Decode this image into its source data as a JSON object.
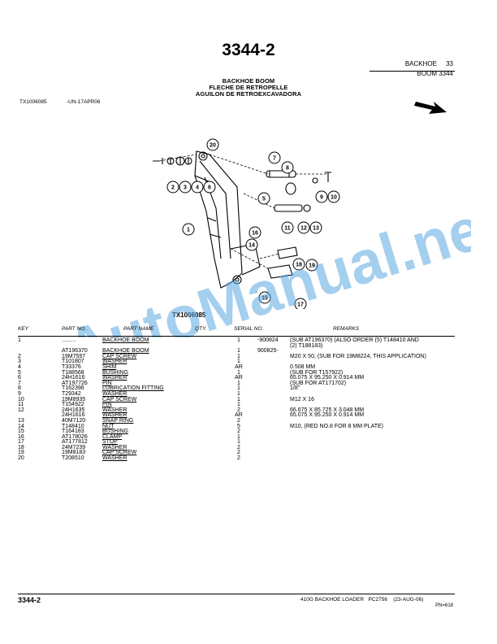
{
  "header": {
    "page_number": "3344-2",
    "section": "BACKHOE",
    "section_page": "33",
    "group": "BOOM 3344"
  },
  "title": {
    "line1": "BACKHOE BOOM",
    "line2": "FLECHE DE RETROPELLE",
    "line3": "AGUILON DE RETROEXCAVADORA"
  },
  "figure": {
    "ref": "TX1006085",
    "date_code": "-UN-17APR06",
    "caption": "TX1006085",
    "callouts": [
      "1",
      "2",
      "3",
      "4",
      "5",
      "6",
      "7",
      "8",
      "9",
      "10",
      "11",
      "12",
      "13",
      "14",
      "15",
      "16",
      "17",
      "18",
      "19",
      "20"
    ]
  },
  "table": {
    "headers": {
      "key": "KEY",
      "part_no": "PART NO.",
      "part_name": "PART NAME",
      "qty": "QTY.",
      "serial_no": "SERIAL NO.",
      "remarks": "REMARKS"
    },
    "rows": [
      {
        "key": "1",
        "part": ".........",
        "name": "BACKHOE BOOM",
        "qty": "1",
        "serial": "-900824",
        "remarks": "(SUB AT196370) (ALSO ORDER (5) T148410 AND"
      },
      {
        "key": "",
        "part": "",
        "name": "",
        "qty": "",
        "serial": "",
        "remarks": "(2) T188183)"
      },
      {
        "key": "",
        "part": "AT196370",
        "name": "BACKHOE BOOM",
        "qty": "1",
        "serial": "900825-",
        "remarks": ""
      },
      {
        "key": "2",
        "part": "19M7597",
        "name": "CAP SCREW",
        "qty": "1",
        "serial": "",
        "remarks": "M20 X 50, (SUB FOR 19M8224, THIS APPLICATION)"
      },
      {
        "key": "3",
        "part": "T101807",
        "name": "WASHER",
        "qty": "1",
        "serial": "",
        "remarks": ""
      },
      {
        "key": "4",
        "part": "T33376",
        "name": "SHIM",
        "qty": "AR",
        "serial": "",
        "remarks": "0.508 MM"
      },
      {
        "key": "5",
        "part": "T188568",
        "name": "BUSHING",
        "qty": "1",
        "serial": "",
        "remarks": "(SUB FOR T157922)"
      },
      {
        "key": "6",
        "part": "24H1616",
        "name": "WASHER",
        "qty": "AR",
        "serial": "",
        "remarks": "65.075 X 95.250 X 0.914 MM"
      },
      {
        "key": "7",
        "part": "AT197726",
        "name": "PIN",
        "qty": "1",
        "serial": "",
        "remarks": "(SUB FOR AT171702)"
      },
      {
        "key": "8",
        "part": "T162396",
        "name": "LUBRICATION FITTING",
        "qty": "1",
        "serial": "",
        "remarks": "1/8\""
      },
      {
        "key": "9",
        "part": "T29342",
        "name": "WASHER",
        "qty": "1",
        "serial": "",
        "remarks": ""
      },
      {
        "key": "10",
        "part": "19M8935",
        "name": "CAP SCREW",
        "qty": "1",
        "serial": "",
        "remarks": "M12 X 16"
      },
      {
        "key": "11",
        "part": "T154922",
        "name": "PIN",
        "qty": "1",
        "serial": "",
        "remarks": ""
      },
      {
        "key": "12",
        "part": "24H1635",
        "name": "WASHER",
        "qty": "2",
        "serial": "",
        "remarks": "66.675 X 85.725 X 3.048 MM"
      },
      {
        "key": "",
        "part": "24H1616",
        "name": "WASHER",
        "qty": "AR",
        "serial": "",
        "remarks": "65.075 X 95.250 X 0.914 MM"
      },
      {
        "key": "13",
        "part": "40M7120",
        "name": "SNAP RING",
        "qty": "2",
        "serial": "",
        "remarks": ""
      },
      {
        "key": "14",
        "part": "T148410",
        "name": "NUT",
        "qty": "5",
        "serial": "",
        "remarks": "M10, (RED NO.8 FOR 8 MM PLATE)"
      },
      {
        "key": "15",
        "part": "T164183",
        "name": "BUSHING",
        "qty": "2",
        "serial": "",
        "remarks": ""
      },
      {
        "key": "16",
        "part": "AT178026",
        "name": "CLAMP",
        "qty": "1",
        "serial": "",
        "remarks": ""
      },
      {
        "key": "17",
        "part": "AT177812",
        "name": "STOP",
        "qty": "1",
        "serial": "",
        "remarks": ""
      },
      {
        "key": "18",
        "part": "24M7239",
        "name": "WASHER",
        "qty": "2",
        "serial": "",
        "remarks": ""
      },
      {
        "key": "19",
        "part": "19M8183",
        "name": "CAP SCREW",
        "qty": "2",
        "serial": "",
        "remarks": ""
      },
      {
        "key": "20",
        "part": "T208510",
        "name": "WASHER",
        "qty": "2",
        "serial": "",
        "remarks": ""
      }
    ]
  },
  "footer": {
    "page_ref": "3344-2",
    "machine": "410G BACKHOE LOADER",
    "pc": "PC2756",
    "date": "(23-AUG-06)",
    "pn": "PN=618"
  },
  "watermark": {
    "text": "AutoManual.net",
    "color": "#5aa8e0"
  }
}
